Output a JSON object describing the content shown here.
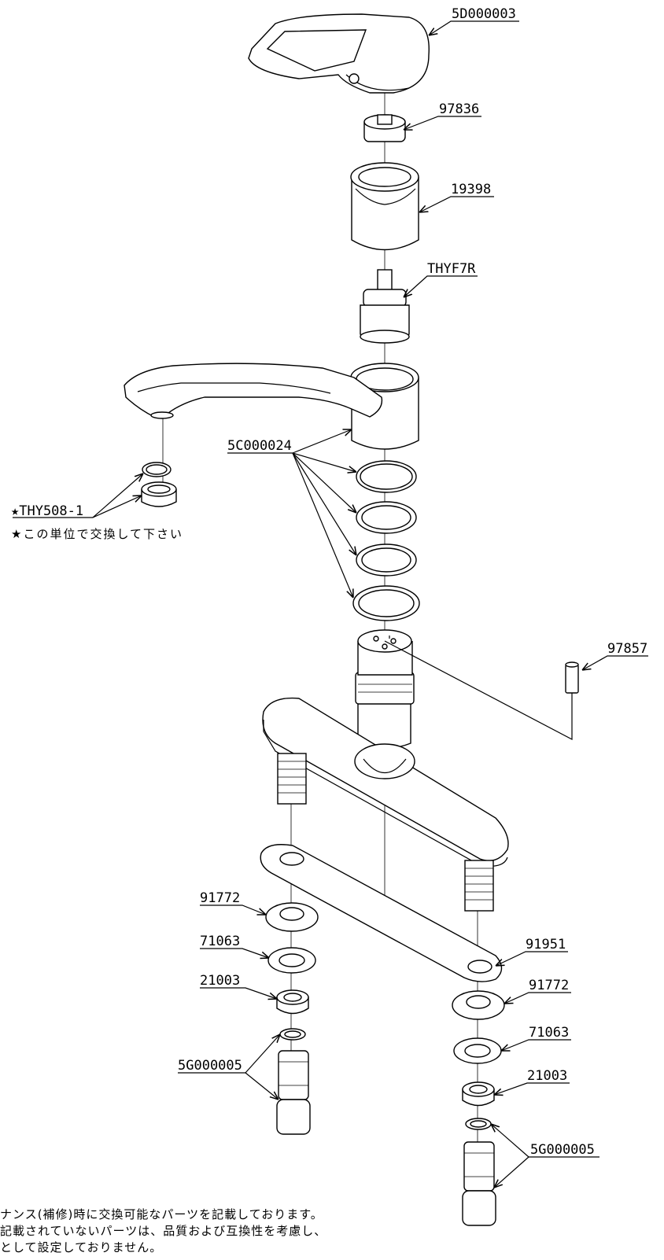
{
  "labels": {
    "handle": "5D000003",
    "cap": "97836",
    "sleeve": "19398",
    "cartridge": "THYF7R",
    "orings": "5C000024",
    "aerator": "★THY508-1",
    "pin": "97857",
    "washer_left": "91772",
    "lockwasher_left": "71063",
    "nut_left": "21003",
    "hose_left": "5G000005",
    "gasket": "91951",
    "washer_right": "91772",
    "lockwasher_right": "71063",
    "nut_right": "21003",
    "hose_right": "5G000005"
  },
  "notes": {
    "unit_note": "★この単位で交換して下さい",
    "footer_line1": "ナンス(補修)時に交換可能なパーツを記載しております。",
    "footer_line2": "記載されていないパーツは、品質および互換性を考慮し、",
    "footer_line3": "として設定しておりません。"
  }
}
